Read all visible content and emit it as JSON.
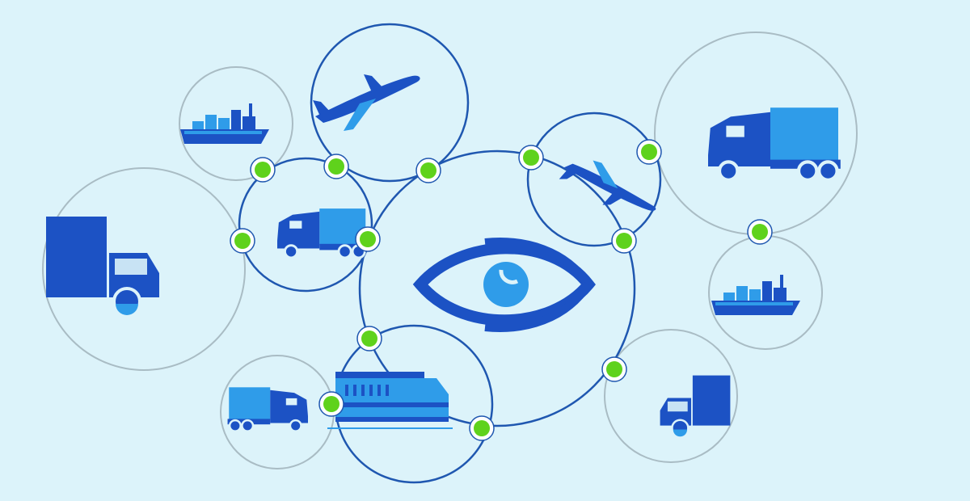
{
  "colors": {
    "background": "#dcf3fa",
    "primary_ring": "#1f57b0",
    "secondary_ring": "#a9bcc4",
    "node_fill": "#5fd21c",
    "vehicle_dark": "#1c52c4",
    "vehicle_light": "#2f9ce9"
  },
  "hub": {
    "icon": "eye-icon"
  },
  "vehicles": [
    {
      "icon": "airplane-icon",
      "ring": "primary"
    },
    {
      "icon": "semi-truck-icon",
      "ring": "primary"
    },
    {
      "icon": "airplane-icon",
      "ring": "primary"
    },
    {
      "icon": "train-icon",
      "ring": "primary"
    },
    {
      "icon": "cargo-ship-icon",
      "ring": "secondary"
    },
    {
      "icon": "box-truck-icon",
      "ring": "secondary"
    },
    {
      "icon": "semi-truck-icon",
      "ring": "secondary"
    },
    {
      "icon": "cargo-ship-icon",
      "ring": "secondary"
    },
    {
      "icon": "semi-truck-icon",
      "ring": "secondary"
    },
    {
      "icon": "box-truck-icon",
      "ring": "secondary"
    }
  ]
}
